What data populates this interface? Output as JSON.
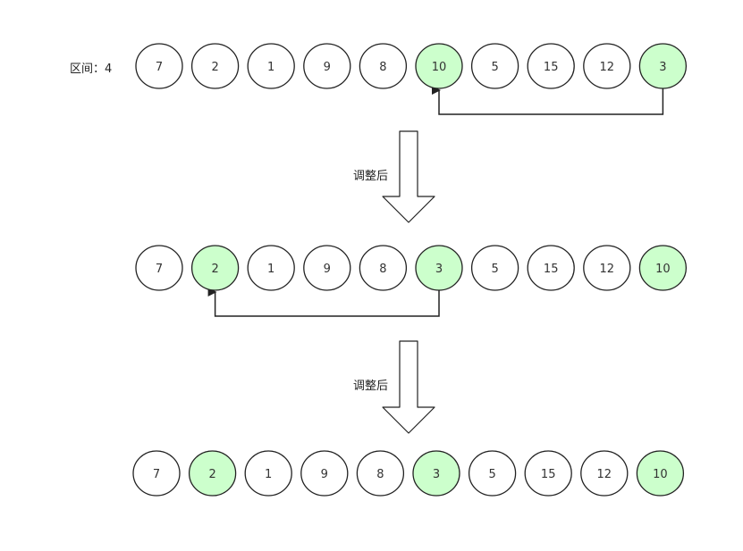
{
  "labels": {
    "interval": "区间：4",
    "adjust_1": "调整后",
    "adjust_2": "调整后"
  },
  "colors": {
    "highlight": "#ccffcc",
    "normal": "#ffffff",
    "stroke": "#222222"
  },
  "rows": [
    {
      "values": [
        "7",
        "2",
        "1",
        "9",
        "8",
        "10",
        "5",
        "15",
        "12",
        "3"
      ],
      "highlighted": [
        5,
        9
      ]
    },
    {
      "values": [
        "7",
        "2",
        "1",
        "9",
        "8",
        "3",
        "5",
        "15",
        "12",
        "10"
      ],
      "highlighted": [
        1,
        5,
        9
      ]
    },
    {
      "values": [
        "7",
        "2",
        "1",
        "9",
        "8",
        "3",
        "5",
        "15",
        "12",
        "10"
      ],
      "highlighted": [
        1,
        5,
        9
      ]
    }
  ],
  "swaps": [
    {
      "row": 0,
      "from": 9,
      "to": 5
    },
    {
      "row": 1,
      "from": 5,
      "to": 1
    }
  ]
}
